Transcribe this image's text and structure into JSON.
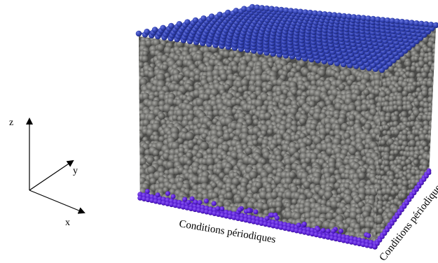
{
  "axes": {
    "x_label": "x",
    "y_label": "y",
    "z_label": "z"
  },
  "labels": {
    "front_bottom": "Conditions périodiques",
    "right_bottom": "Conditions périodiques"
  },
  "colors": {
    "top_plate": "#2f3fb0",
    "bottom_plate": "#5a1fd6",
    "grain": "#6b6b68",
    "grain_dark": "#3e3e3c",
    "grain_light": "#9a9a96"
  }
}
